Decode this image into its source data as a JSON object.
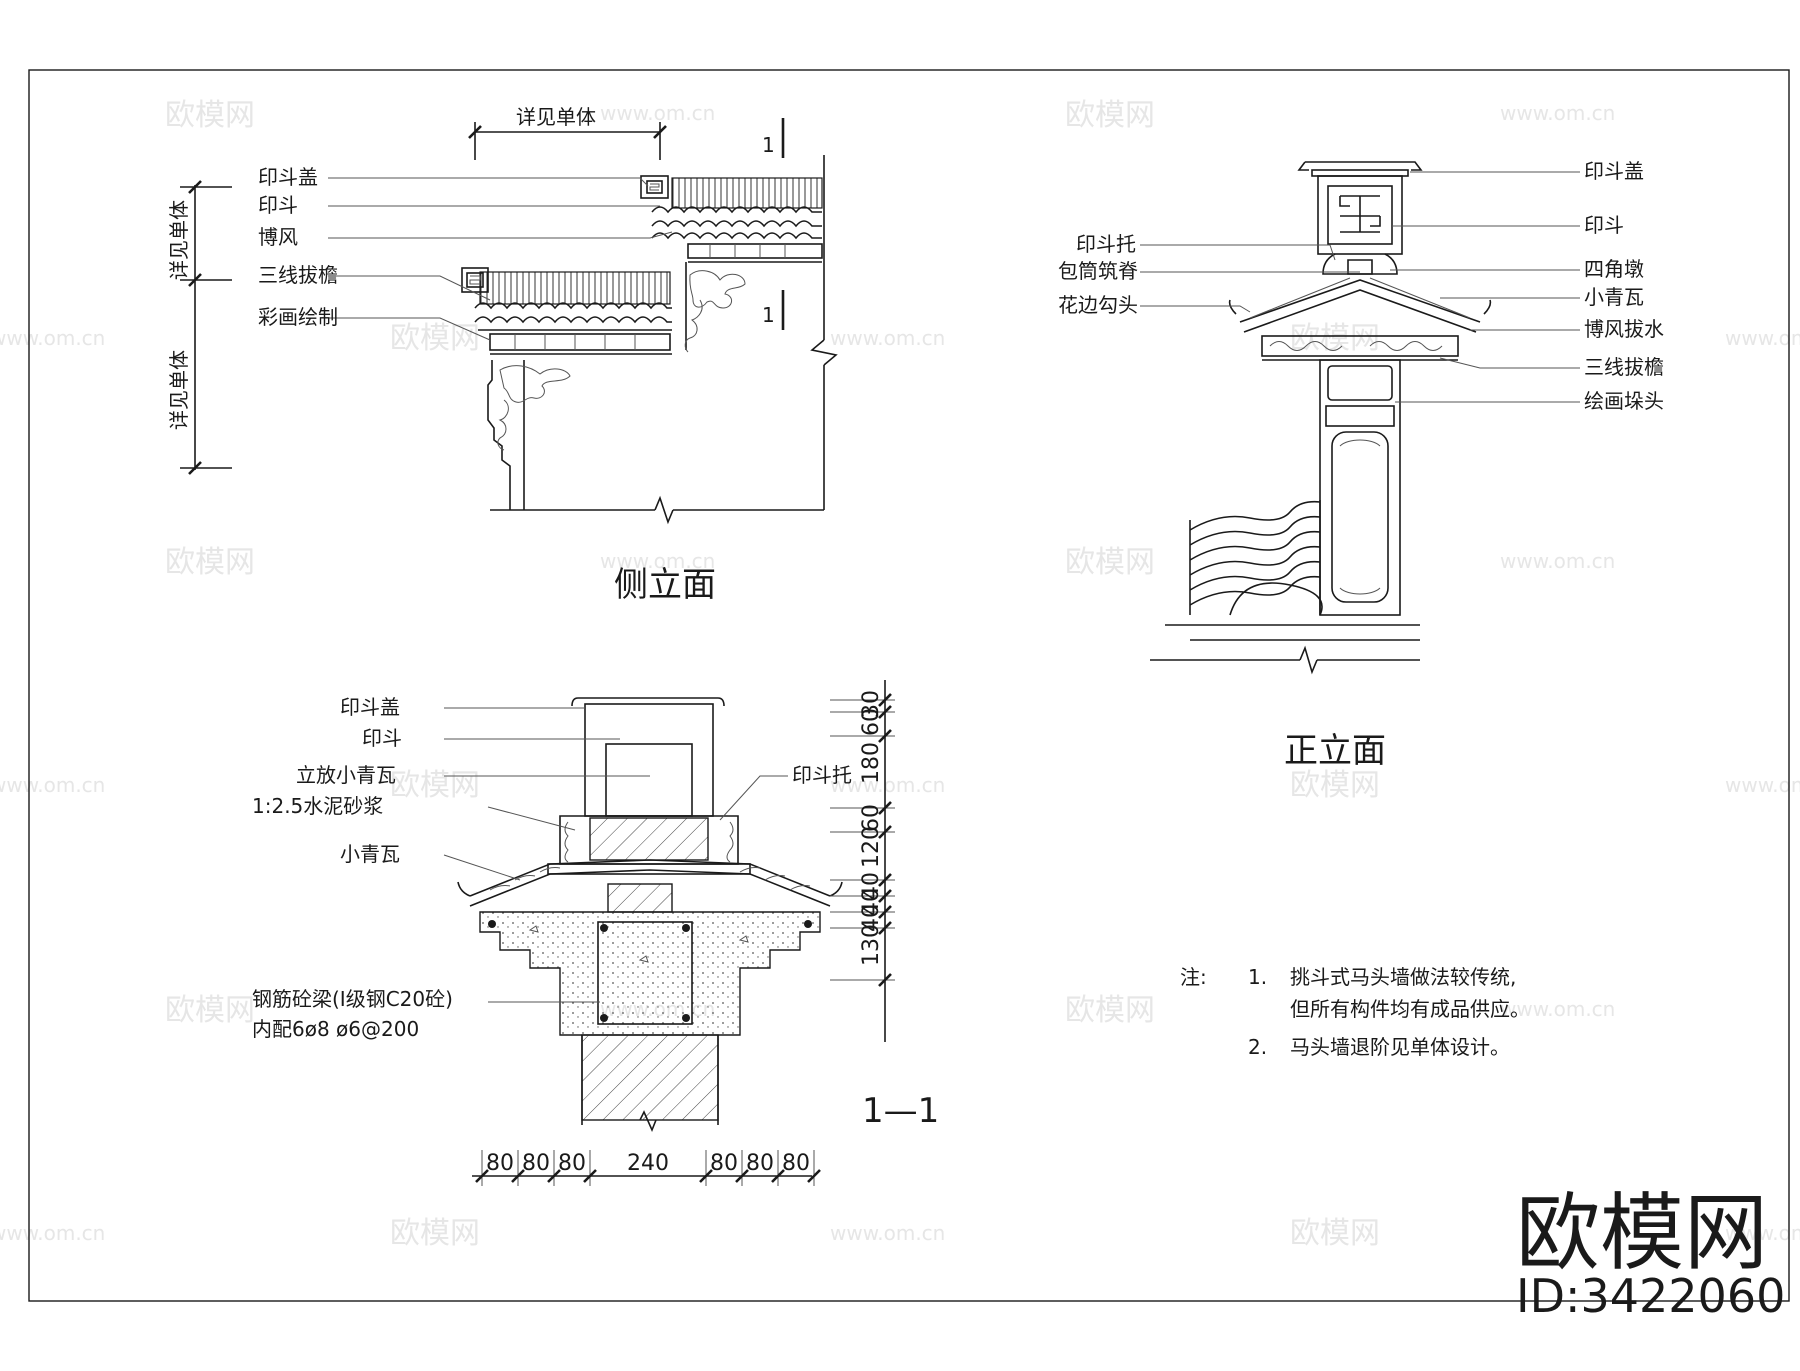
{
  "side_view": {
    "title": "侧立面",
    "top_dim_label": "详见单体",
    "vert_label_upper": "详见单体",
    "vert_label_lower": "详见单体",
    "section_mark_top": "1",
    "section_mark_bottom": "1",
    "labels": [
      "印斗盖",
      "印斗",
      "博风",
      "三线拔檐",
      "彩画绘制"
    ]
  },
  "front_view": {
    "title": "正立面",
    "labels_left": [
      "印斗托",
      "包筒筑脊",
      "花边勾头"
    ],
    "labels_right": [
      "印斗盖",
      "印斗",
      "四角墩",
      "小青瓦",
      "博风拔水",
      "三线拔檐",
      "绘画垛头"
    ]
  },
  "section_view": {
    "title": "1—1",
    "labels_left": [
      "印斗盖",
      "印斗",
      "立放小青瓦",
      "1:2.5水泥砂浆",
      "小青瓦"
    ],
    "label_right": "印斗托",
    "beam_label_line1": "钢筋砼梁(I级钢C20砼)",
    "beam_label_line2": "内配6ø8  ø6@200",
    "vertical_dims": [
      "30",
      "60",
      "180",
      "60",
      "120",
      "40",
      "40",
      "40",
      "130"
    ],
    "horizontal_dims": [
      "80",
      "80",
      "80",
      "240",
      "80",
      "80",
      "80"
    ]
  },
  "notes": {
    "prefix": "注:",
    "items": [
      {
        "num": "1.",
        "line1": "挑斗式马头墙做法较传统,",
        "line2": "但所有构件均有成品供应。"
      },
      {
        "num": "2.",
        "line1": "马头墙退阶见单体设计。",
        "line2": ""
      }
    ]
  },
  "watermark": {
    "logo_text": "欧模网",
    "url_text": "www.om.cn",
    "brand": "欧模网",
    "id": "ID:3422060"
  }
}
